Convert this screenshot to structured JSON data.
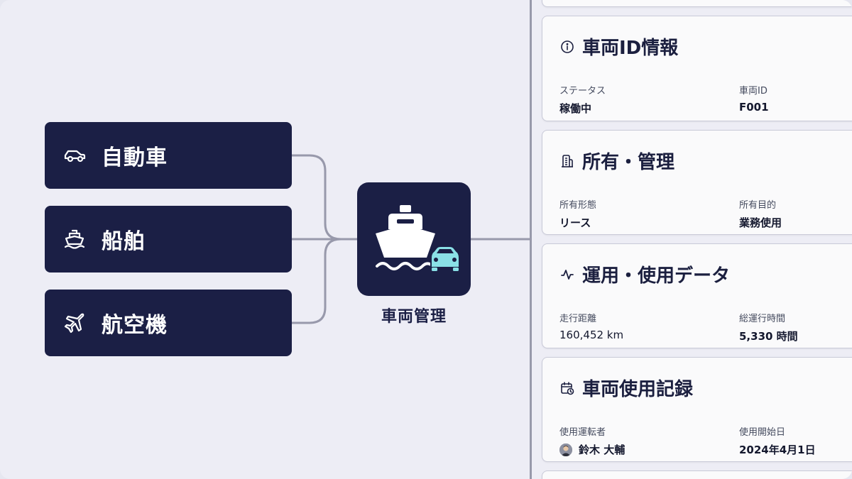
{
  "categories": [
    {
      "label": "自動車",
      "icon": "car-icon"
    },
    {
      "label": "船舶",
      "icon": "ship-icon"
    },
    {
      "label": "航空機",
      "icon": "plane-icon"
    }
  ],
  "hub": {
    "label": "車両管理",
    "icon": "ship-and-car-icon"
  },
  "colors": {
    "navy": "#1b1f45",
    "teal": "#8ae0e6",
    "line": "#9899ab",
    "background": "#ededf5"
  },
  "cards": {
    "id_info": {
      "title": "車両ID情報",
      "icon": "info-icon",
      "fields": [
        {
          "label": "ステータス",
          "value": "稼働中"
        },
        {
          "label": "車両ID",
          "value": "F001"
        }
      ]
    },
    "ownership": {
      "title": "所有・管理",
      "icon": "building-icon",
      "fields": [
        {
          "label": "所有形態",
          "value": "リース"
        },
        {
          "label": "所有目的",
          "value": "業務使用"
        }
      ]
    },
    "usage": {
      "title": "運用・使用データ",
      "icon": "activity-icon",
      "fields": [
        {
          "label": "走行距離",
          "value": "160,452 km"
        },
        {
          "label": "総運行時間",
          "value": "5,330 時間"
        }
      ]
    },
    "log": {
      "title": "車両使用記録",
      "icon": "calendar-clock-icon",
      "fields": [
        {
          "label": "使用運転者",
          "value": "鈴木 大輔"
        },
        {
          "label": "使用開始日",
          "value": "2024年4月1日"
        }
      ]
    }
  }
}
